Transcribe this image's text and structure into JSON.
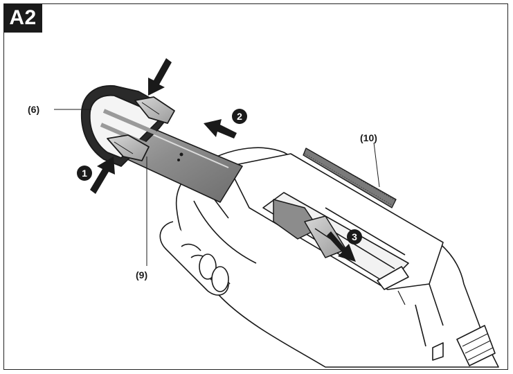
{
  "figure_id": "A2",
  "callouts": {
    "part_6": "(6)",
    "part_9": "(9)",
    "part_10": "(10)"
  },
  "steps": [
    "1",
    "2",
    "3"
  ],
  "colors": {
    "ink": "#1a1a1a",
    "tag_bg": "#1a1a1a",
    "metal_grey": "#8a8a8a",
    "body_fill": "#ffffff"
  }
}
